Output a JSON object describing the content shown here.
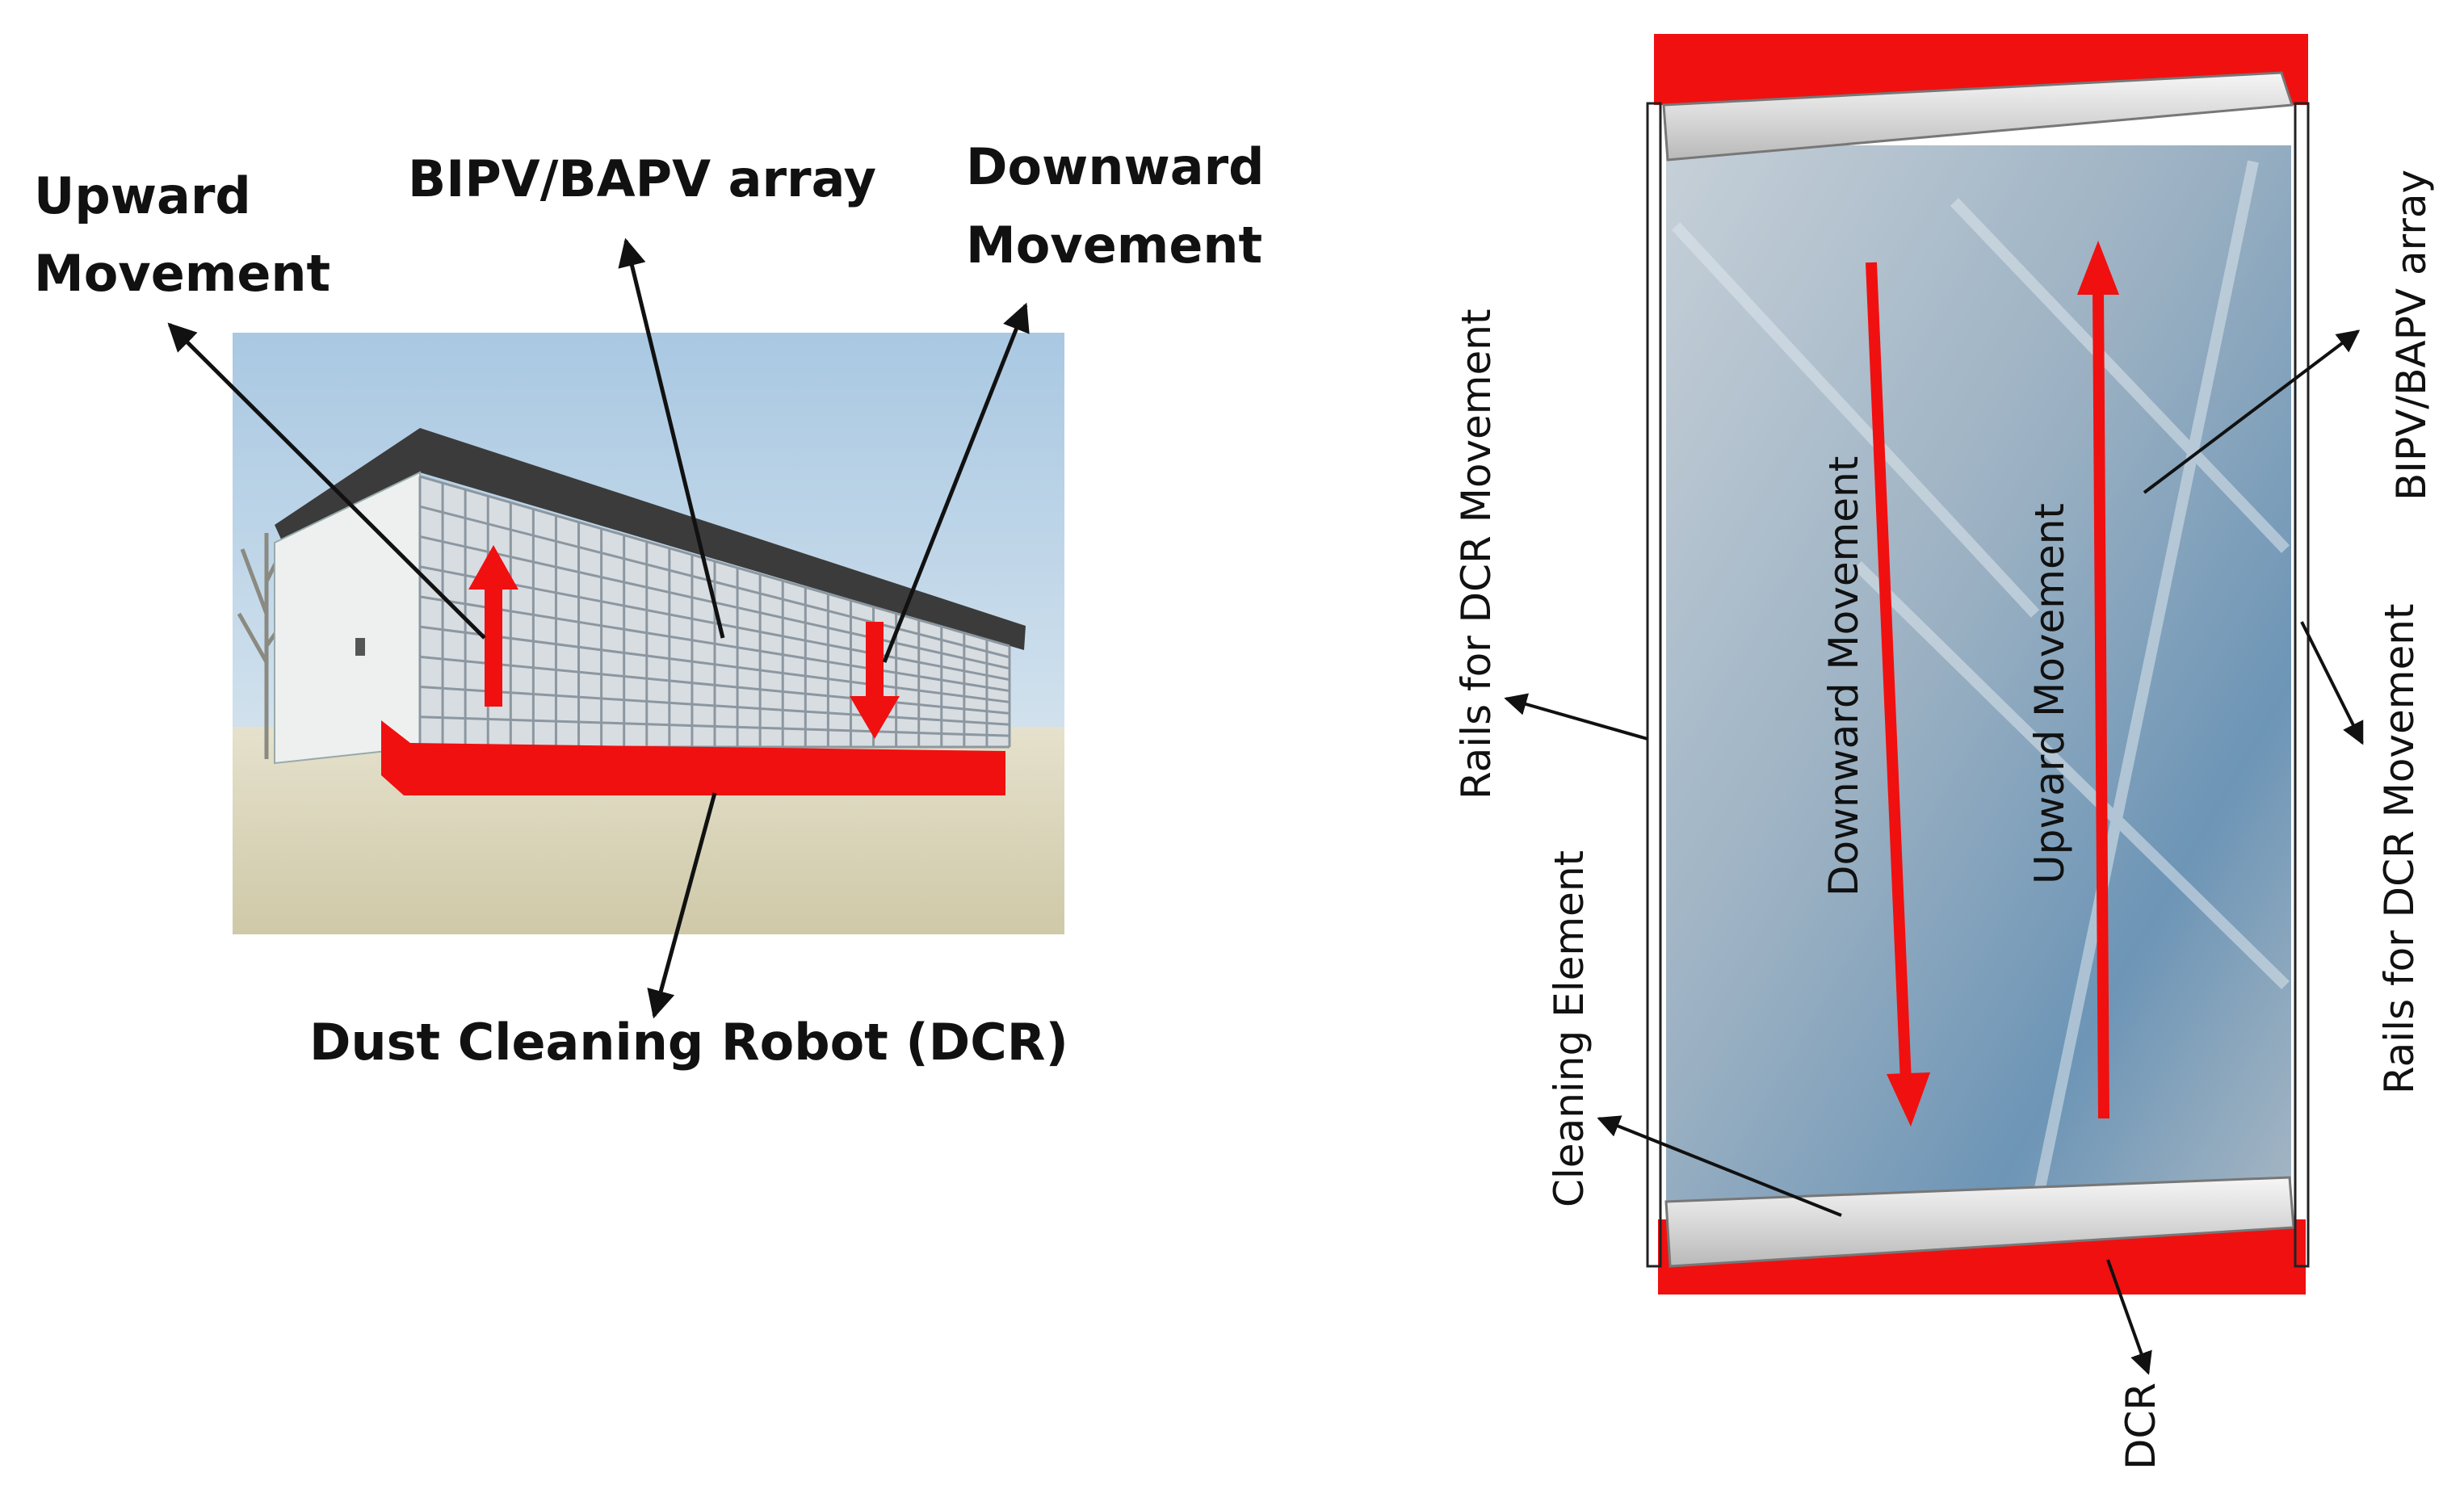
{
  "left_panel": {
    "upward_label": [
      "Upward",
      "Movement"
    ],
    "array_label": "BIPV/BAPV array",
    "downward_label": [
      "Downward",
      "Movement"
    ],
    "robot_label": "Dust Cleaning Robot (DCR)"
  },
  "right_panel": {
    "rails_left_label": "Rails for DCR Movement",
    "cleaning_element_label": "Cleaning Element",
    "downward_label": "Downward Movement",
    "upward_label": "Upward Movement",
    "array_label": "BIPV/BAPV array",
    "rails_right_label": "Rails for DCR Movement",
    "dcr_label": "DCR"
  },
  "colors": {
    "robot_red": "#f01010",
    "arrow_black": "#111111",
    "sky": "#cfe0ee",
    "panel_glass": "#9fb4c8"
  }
}
